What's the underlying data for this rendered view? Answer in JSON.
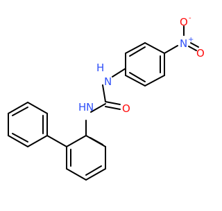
{
  "molecule": {
    "atoms": {
      "nh_upper": "H",
      "n_upper": "N",
      "nh_lower": "H",
      "n_lower": "N",
      "carbonyl_o": "O",
      "nitro_n": "N",
      "nitro_n_charge": "+",
      "nitro_o_top": "O",
      "nitro_o_top_charge": "-",
      "nitro_o_bottom": "O"
    }
  },
  "colors": {
    "bond": "#000000",
    "nitrogen": "#3050F8",
    "oxygen": "#FF0D0D",
    "background": "#FFFFFF"
  }
}
